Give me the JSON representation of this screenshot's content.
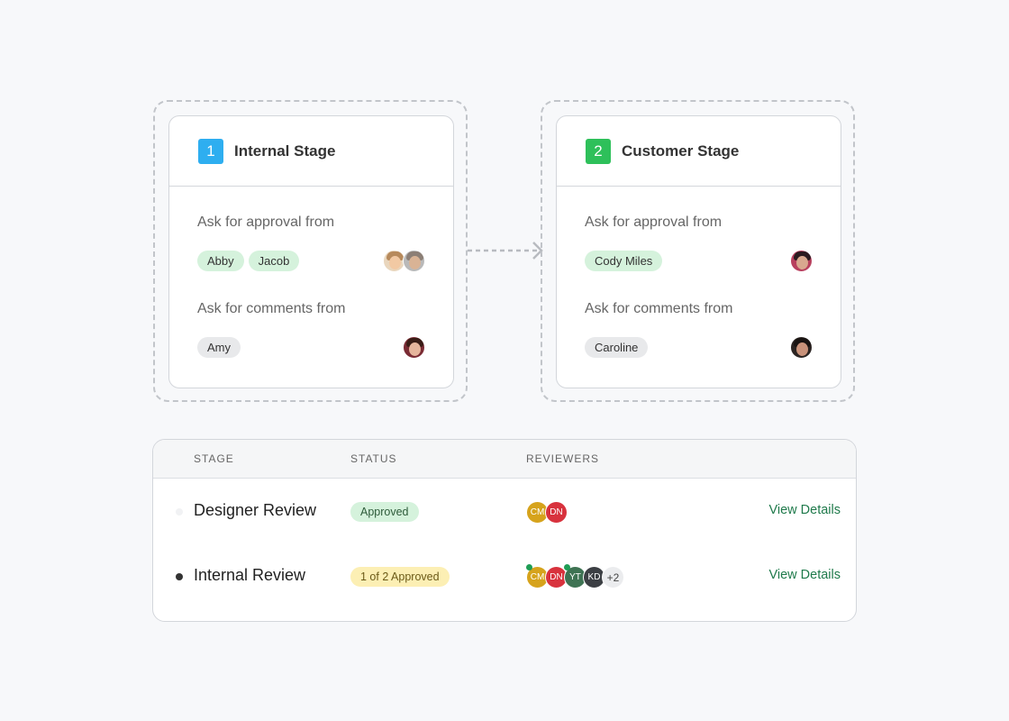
{
  "stages": [
    {
      "number": "1",
      "number_color": "#2eaef0",
      "title": "Internal Stage",
      "approval_label": "Ask for approval from",
      "approvers": [
        "Abby",
        "Jacob"
      ],
      "comments_label": "Ask for comments from",
      "commenters": [
        "Amy"
      ]
    },
    {
      "number": "2",
      "number_color": "#2ec05a",
      "title": "Customer Stage",
      "approval_label": "Ask for approval from",
      "approvers": [
        "Cody Miles"
      ],
      "comments_label": "Ask for comments from",
      "commenters": [
        "Caroline"
      ]
    }
  ],
  "table": {
    "headers": {
      "stage": "STAGE",
      "status": "STATUS",
      "reviewers": "REVIEWERS"
    },
    "rows": [
      {
        "stage": "Designer Review",
        "status": "Approved",
        "reviewers": [
          "CM",
          "DN"
        ],
        "link": "View Details"
      },
      {
        "stage": "Internal Review",
        "status": "1 of 2 Approved",
        "reviewers": [
          "CM",
          "DN",
          "YT",
          "KD"
        ],
        "more": "+2",
        "link": "View Details"
      }
    ]
  },
  "colors": {
    "CM": "#d6a31c",
    "DN": "#d8323d",
    "YT": "#3e7353",
    "KD": "#3c3f44",
    "link": "#1f7a4b"
  }
}
